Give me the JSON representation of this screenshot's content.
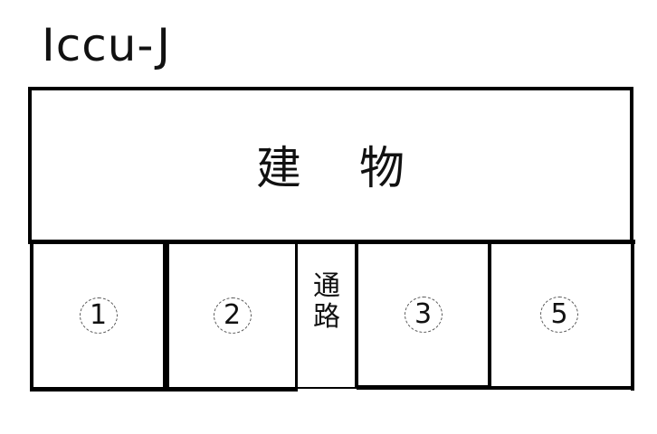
{
  "title": "Iccu-J",
  "building": {
    "label": "建物"
  },
  "lots": [
    {
      "id": "1",
      "label": "1",
      "glyph": "①"
    },
    {
      "id": "2",
      "label": "2",
      "glyph": "②"
    },
    {
      "id": "3",
      "label": "3",
      "glyph": "③"
    },
    {
      "id": "5",
      "label": "5",
      "glyph": "⑤"
    }
  ],
  "corridor": {
    "label": "通路",
    "chars": [
      "通",
      "路"
    ]
  },
  "colors": {
    "line": "#000000",
    "background": "#ffffff",
    "text": "#111111"
  }
}
